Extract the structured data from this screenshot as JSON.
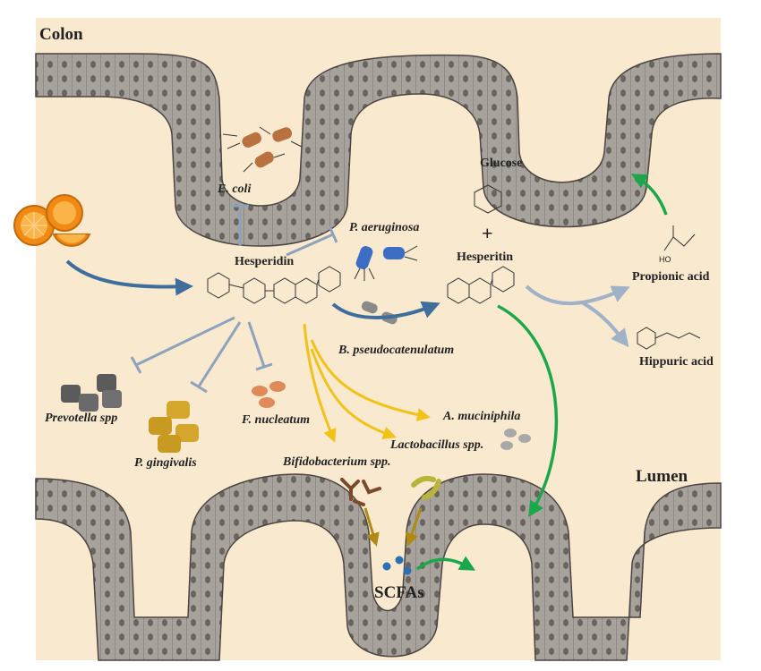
{
  "regions": {
    "colon": "Colon",
    "lumen": "Lumen"
  },
  "compounds": {
    "hesperidin": "Hesperidin",
    "hesperitin": "Hesperitin",
    "glucose": "Glucose",
    "plus": "+",
    "propionic_acid": "Propionic acid",
    "hippuric_acid": "Hippuric acid",
    "scfas": "SCFAs",
    "ho_label": "HO"
  },
  "bacteria": {
    "e_coli": "E. coli",
    "p_aeruginosa": "P. aeruginosa",
    "b_pseudocatenulatum": "B. pseudocatenulatum",
    "prevotella": "Prevotella spp",
    "p_gingivalis": "P. gingivalis",
    "f_nucleatum": "F. nucleatum",
    "a_muciniphila": "A. muciniphila",
    "lactobacillus": "Lactobacillus spp.",
    "bifidobacterium": "Bifidobacterium spp."
  },
  "colors": {
    "background": "#f8e9cf",
    "tissue": "#a8a29c",
    "tissue_dark": "#4a4541",
    "inhibit": "#8ea2bc",
    "conversion": "#3f6e9c",
    "promote": "#f2c218",
    "absorption": "#1aa84b",
    "metabolite": "#9fb2c8",
    "scfa_dot": "#2b6fb5",
    "orange": "#f08a14"
  }
}
